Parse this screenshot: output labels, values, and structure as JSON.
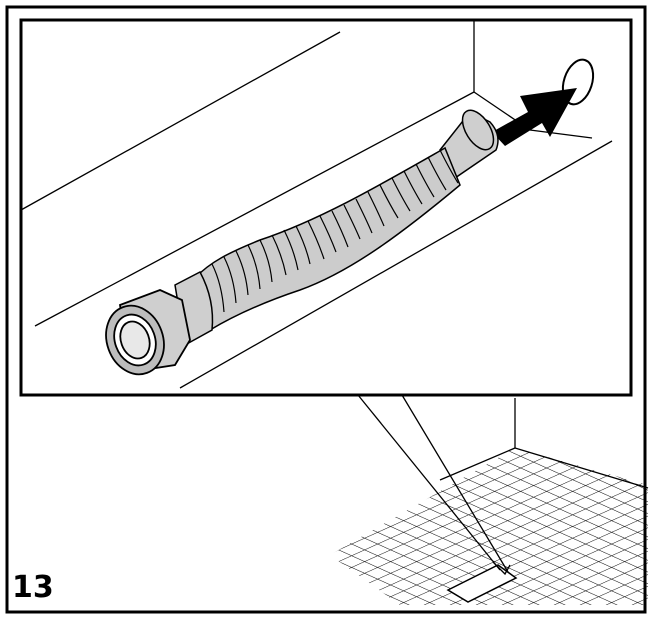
{
  "figure": {
    "step_number": "13",
    "components": [
      "wall-corner",
      "floor-tile-grid",
      "drain-opening",
      "zoom-callout",
      "corrugated-drain-hose",
      "threaded-hose-nut",
      "push-direction-arrow",
      "drain-hole"
    ],
    "colors": {
      "line": "#000000",
      "hose_fill": "#cccccc",
      "background": "#ffffff"
    }
  }
}
